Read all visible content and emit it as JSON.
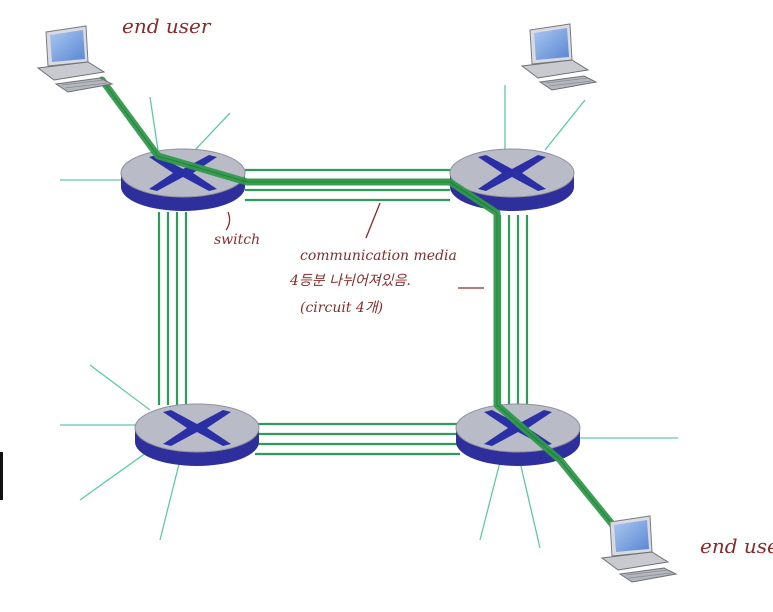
{
  "annotations": {
    "end_user_top_left": "end user",
    "end_user_bottom_right": "end user",
    "switch_label": "switch",
    "media_line1": "communication media",
    "media_line2": "4등분 나뉘어져있음.",
    "media_line3": "(circuit 4개)"
  },
  "colors": {
    "circuit_green": "#2e9a5b",
    "active_path_green": "#2f9a4a",
    "spoke_teal": "#5ec9a6",
    "switch_top": "#b9bcc7",
    "switch_side": "#2e2f9c",
    "switch_cross": "#2a2fa6",
    "ink": "#8a2b2b"
  },
  "switch_icons": [
    "x-cross-icon",
    "x-cross-icon",
    "x-cross-icon",
    "x-cross-icon"
  ],
  "computer_icons": [
    "desktop-computer-icon",
    "desktop-computer-icon",
    "desktop-computer-icon"
  ]
}
